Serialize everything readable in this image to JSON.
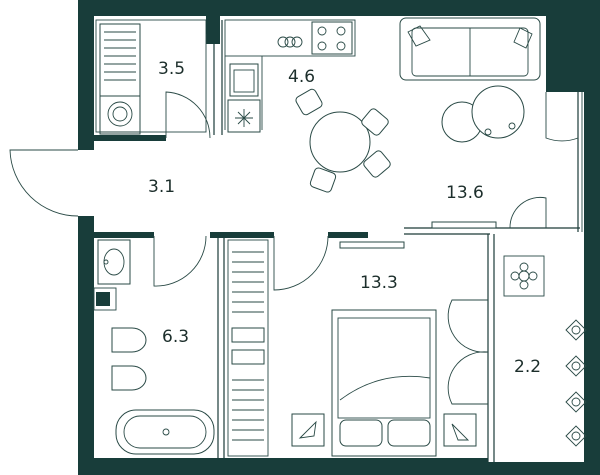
{
  "plan": {
    "wall_color": "#183d3a",
    "line_color": "#2a4a46",
    "rooms": [
      {
        "id": "bathroom-small",
        "area": "3.5"
      },
      {
        "id": "kitchen",
        "area": "4.6"
      },
      {
        "id": "hallway",
        "area": "3.1"
      },
      {
        "id": "living-room",
        "area": "13.6"
      },
      {
        "id": "bedroom",
        "area": "13.3"
      },
      {
        "id": "bathroom",
        "area": "6.3"
      },
      {
        "id": "balcony",
        "area": "2.2"
      }
    ],
    "icons": {
      "snowflake": "snowflake-icon",
      "flower": "flower-icon"
    }
  }
}
